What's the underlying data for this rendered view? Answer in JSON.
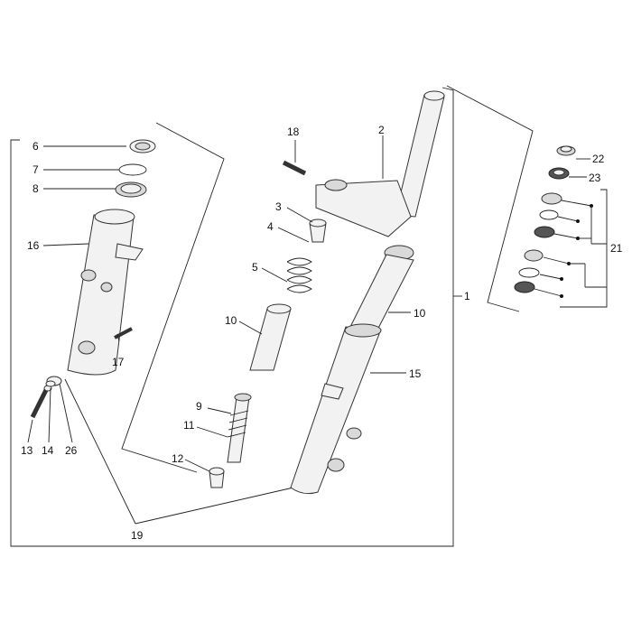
{
  "callouts": [
    {
      "id": "c1",
      "text": "1"
    },
    {
      "id": "c2",
      "text": "2"
    },
    {
      "id": "c3",
      "text": "3"
    },
    {
      "id": "c4",
      "text": "4"
    },
    {
      "id": "c5",
      "text": "5"
    },
    {
      "id": "c6",
      "text": "6"
    },
    {
      "id": "c7",
      "text": "7"
    },
    {
      "id": "c8",
      "text": "8"
    },
    {
      "id": "c9",
      "text": "9"
    },
    {
      "id": "c10a",
      "text": "10"
    },
    {
      "id": "c10b",
      "text": "10"
    },
    {
      "id": "c11",
      "text": "11"
    },
    {
      "id": "c12",
      "text": "12"
    },
    {
      "id": "c13",
      "text": "13"
    },
    {
      "id": "c14",
      "text": "14"
    },
    {
      "id": "c15",
      "text": "15"
    },
    {
      "id": "c16",
      "text": "16"
    },
    {
      "id": "c17",
      "text": "17"
    },
    {
      "id": "c18",
      "text": "18"
    },
    {
      "id": "c19",
      "text": "19"
    },
    {
      "id": "c21",
      "text": "21"
    },
    {
      "id": "c22",
      "text": "22"
    },
    {
      "id": "c23",
      "text": "23"
    },
    {
      "id": "c26",
      "text": "26"
    }
  ]
}
